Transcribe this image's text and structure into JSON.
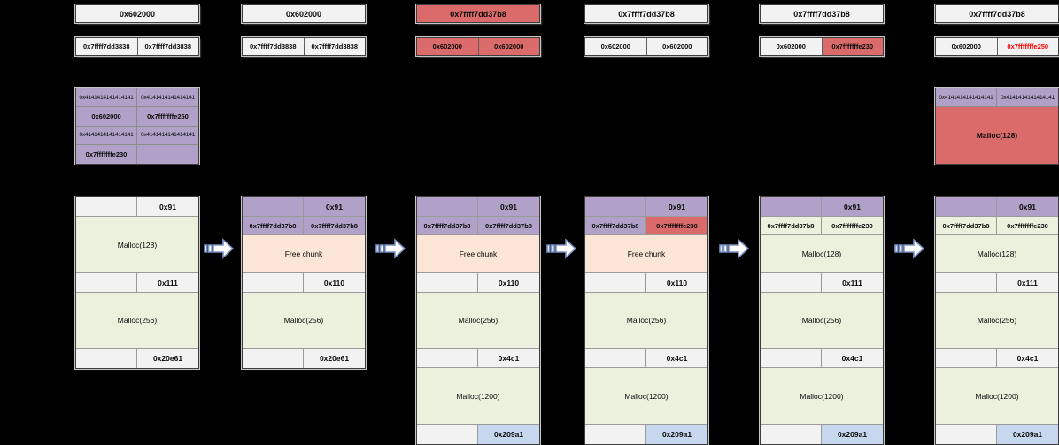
{
  "palette": {
    "bg": "#000000",
    "box_white": "#f2f2f2",
    "red": "#db6b6b",
    "purple": "#b1a0c7",
    "peach": "#fbe5d6",
    "green": "#ebf1dd",
    "blue": "#c7d7ee",
    "red_text": "#ff0000",
    "arrow_stroke": "#7b94c8"
  },
  "columns": [
    {
      "top_pointer": "0x602000",
      "pair": {
        "left": "0x7ffff7dd3838",
        "right": "0x7ffff7dd3838"
      },
      "stack": {
        "r1c1": "0x4141414141414141",
        "r1c2": "0x4141414141414141",
        "r2c1": "0x602000",
        "r2c2": "0x7fffffffe250",
        "r3c1": "0x4141414141414141",
        "r3c2": "0x4141414141414141",
        "r4c1": "0x7fffffffe230",
        "r4c2": ""
      },
      "heap": {
        "size1": "0x91",
        "chunk1": "Malloc(128)",
        "size2": "0x111",
        "chunk2": "Malloc(256)",
        "size3": "0x20e61"
      }
    },
    {
      "top_pointer": "0x602000",
      "pair": {
        "left": "0x7ffff7dd3838",
        "right": "0x7ffff7dd3838"
      },
      "heap": {
        "size1": "0x91",
        "fd": "0x7ffff7dd37b8",
        "bk": "0x7ffff7dd37b8",
        "chunk1": "Free chunk",
        "size2": "0x110",
        "chunk2": "Malloc(256)",
        "size3": "0x20e61"
      }
    },
    {
      "top_pointer": "0x7ffff7dd37b8",
      "pair": {
        "left": "0x602000",
        "right": "0x602000"
      },
      "heap": {
        "size1": "0x91",
        "fd": "0x7ffff7dd37b8",
        "bk": "0x7ffff7dd37b8",
        "chunk1": "Free chunk",
        "size2": "0x110",
        "chunk2": "Malloc(256)",
        "size3": "0x4c1",
        "chunk3": "Malloc(1200)",
        "size4": "0x209a1"
      }
    },
    {
      "top_pointer": "0x7ffff7dd37b8",
      "pair": {
        "left": "0x602000",
        "right": "0x602000"
      },
      "heap": {
        "size1": "0x91",
        "fd": "0x7ffff7dd37b8",
        "bk": "0x7fffffffe230",
        "chunk1": "Free chunk",
        "size2": "0x110",
        "chunk2": "Malloc(256)",
        "size3": "0x4c1",
        "chunk3": "Malloc(1200)",
        "size4": "0x209a1"
      }
    },
    {
      "top_pointer": "0x7ffff7dd37b8",
      "pair": {
        "left": "0x602000",
        "right": "0x7fffffffe230"
      },
      "heap": {
        "size1": "0x91",
        "fd": "0x7ffff7dd37b8",
        "bk": "0x7fffffffe230",
        "chunk1": "Malloc(128)",
        "size2": "0x111",
        "chunk2": "Malloc(256)",
        "size3": "0x4c1",
        "chunk3": "Malloc(1200)",
        "size4": "0x209a1"
      }
    },
    {
      "top_pointer": "0x7ffff7dd37b8",
      "pair": {
        "left": "0x602000",
        "right": "0x7fffffffe250"
      },
      "stack": {
        "r1c1": "0x4141414141414141",
        "r1c2": "0x4141414141414141",
        "merged": "Malloc(128)"
      },
      "heap": {
        "size1": "0x91",
        "fd": "0x7ffff7dd37b8",
        "bk": "0x7fffffffe230",
        "chunk1": "Malloc(128)",
        "size2": "0x111",
        "chunk2": "Malloc(256)",
        "size3": "0x4c1",
        "chunk3": "Malloc(1200)",
        "size4": "0x209a1"
      }
    }
  ]
}
